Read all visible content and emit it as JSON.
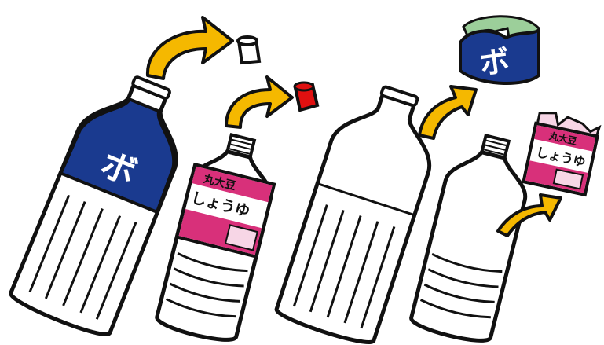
{
  "illustration": {
    "water_label_text": "ボ",
    "soy_label_top": "丸大豆",
    "soy_label_main": "しょうゆ",
    "colors": {
      "water_label": "#1a3a8f",
      "soy_label": "#d8307a",
      "soy_label_light": "#f7d6e6",
      "arrow": "#f5b800",
      "red_cap": "#e01010",
      "outline": "#111111",
      "cap_rim": "#9ccf9a"
    }
  }
}
